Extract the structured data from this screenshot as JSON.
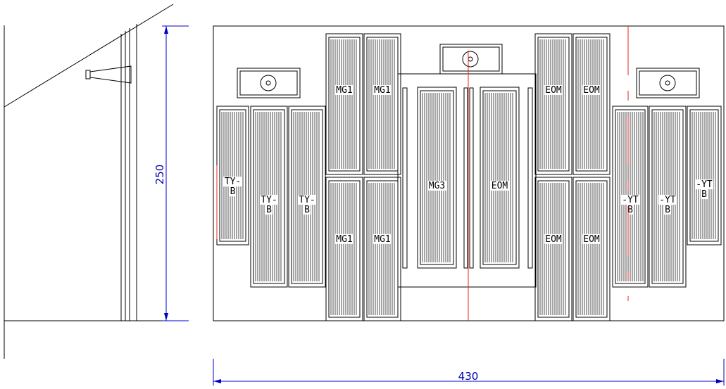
{
  "dimensions": {
    "height_label": "250",
    "width_label": "430"
  },
  "colors": {
    "line": "#000000",
    "dimension": "#0000cc",
    "axis": "#ee2222"
  },
  "modules": [
    {
      "id": "tyb-1",
      "label": [
        "TY-",
        "B"
      ]
    },
    {
      "id": "tyb-2",
      "label": [
        "TY-",
        "B"
      ]
    },
    {
      "id": "tyb-3",
      "label": [
        "TY-",
        "B"
      ]
    },
    {
      "id": "mg1-tl",
      "label": [
        "MG1"
      ]
    },
    {
      "id": "mg1-tr",
      "label": [
        "MG1"
      ]
    },
    {
      "id": "mg1-bl",
      "label": [
        "MG1"
      ]
    },
    {
      "id": "mg1-br",
      "label": [
        "MG1"
      ]
    },
    {
      "id": "mg3",
      "label": [
        "MG3"
      ]
    },
    {
      "id": "eom-c",
      "label": [
        "EOM"
      ]
    },
    {
      "id": "eom-tl",
      "label": [
        "EOM"
      ]
    },
    {
      "id": "eom-tr",
      "label": [
        "EOM"
      ]
    },
    {
      "id": "eom-bl",
      "label": [
        "EOM"
      ]
    },
    {
      "id": "eom-br",
      "label": [
        "EOM"
      ]
    },
    {
      "id": "ytb-1",
      "label": [
        "-YT",
        "B"
      ]
    },
    {
      "id": "ytb-2",
      "label": [
        "-YT",
        "B"
      ]
    },
    {
      "id": "ytb-3",
      "label": [
        "-YT",
        "B"
      ]
    }
  ]
}
